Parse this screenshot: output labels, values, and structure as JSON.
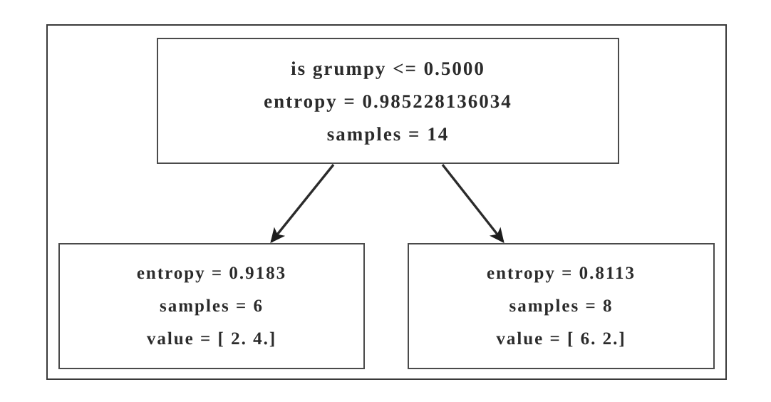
{
  "figure": {
    "kind": "decision-tree",
    "colors": {
      "background": "#ffffff",
      "frame_border": "#3a3a3a",
      "node_border": "#4a4a4a",
      "text": "#2b2b2b",
      "edge": "#2b2b2b"
    }
  },
  "tree": {
    "root": {
      "id": "root",
      "condition": "is grumpy <= 0.5000",
      "entropy": "entropy = 0.985228136034",
      "samples": "samples = 14"
    },
    "left_child": {
      "id": "left-leaf",
      "entropy": "entropy = 0.9183",
      "samples": "samples = 6",
      "value": "value = [ 2.  4.]"
    },
    "right_child": {
      "id": "right-leaf",
      "entropy": "entropy = 0.8113",
      "samples": "samples = 8",
      "value": "value = [ 6.  2.]"
    }
  },
  "edges": [
    {
      "name": "root-to-left",
      "from": "root",
      "to": "left-leaf"
    },
    {
      "name": "root-to-right",
      "from": "root",
      "to": "right-leaf"
    }
  ],
  "chart_data": {
    "type": "diagram",
    "title": "",
    "nodes": [
      {
        "id": "root",
        "role": "decision",
        "split_feature": "is grumpy",
        "split_threshold": 0.5,
        "entropy": 0.985228136034,
        "samples": 14
      },
      {
        "id": "left-leaf",
        "role": "leaf",
        "entropy": 0.9183,
        "samples": 6,
        "value": [
          2.0,
          4.0
        ]
      },
      {
        "id": "right-leaf",
        "role": "leaf",
        "entropy": 0.8113,
        "samples": 8,
        "value": [
          6.0,
          2.0
        ]
      }
    ],
    "links": [
      {
        "source": "root",
        "target": "left-leaf",
        "branch": "true"
      },
      {
        "source": "root",
        "target": "right-leaf",
        "branch": "false"
      }
    ]
  }
}
